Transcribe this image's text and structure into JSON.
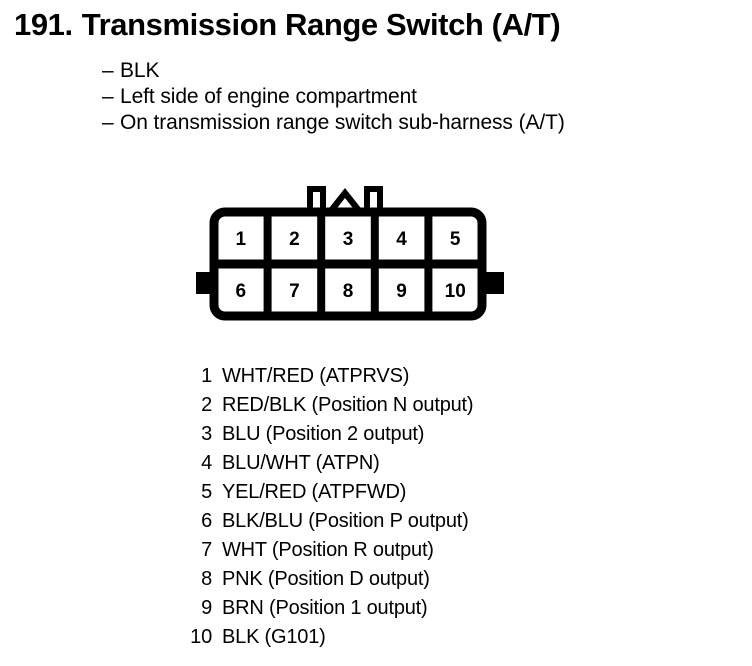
{
  "header": {
    "number": "191.",
    "title": "Transmission Range Switch (A/T)",
    "full_title": "191. Transmission Range Switch (A/T)"
  },
  "specs": {
    "dash": "–",
    "items": [
      "BLK",
      "Left side of engine compartment",
      "On transmission range switch sub-harness (A/T)"
    ]
  },
  "connector": {
    "name": "10-pin connector face view",
    "rows": [
      [
        "1",
        "2",
        "3",
        "4",
        "5"
      ],
      [
        "6",
        "7",
        "8",
        "9",
        "10"
      ]
    ],
    "top_row": [
      "1",
      "2",
      "3",
      "4",
      "5"
    ],
    "bottom_row": [
      "6",
      "7",
      "8",
      "9",
      "10"
    ],
    "latch": "center-latch-tab",
    "outline_color": "#000000",
    "fill_color": "#ffffff"
  },
  "pin_legend": [
    {
      "pin": "1",
      "label": "WHT/RED (ATPRVS)"
    },
    {
      "pin": "2",
      "label": "RED/BLK (Position N output)"
    },
    {
      "pin": "3",
      "label": "BLU (Position 2 output)"
    },
    {
      "pin": "4",
      "label": "BLU/WHT (ATPN)"
    },
    {
      "pin": "5",
      "label": "YEL/RED (ATPFWD)"
    },
    {
      "pin": "6",
      "label": "BLK/BLU (Position P output)"
    },
    {
      "pin": "7",
      "label": "WHT (Position R output)"
    },
    {
      "pin": "8",
      "label": "PNK (Position D output)"
    },
    {
      "pin": "9",
      "label": "BRN (Position 1 output)"
    },
    {
      "pin": "10",
      "label": "BLK (G101)"
    }
  ]
}
